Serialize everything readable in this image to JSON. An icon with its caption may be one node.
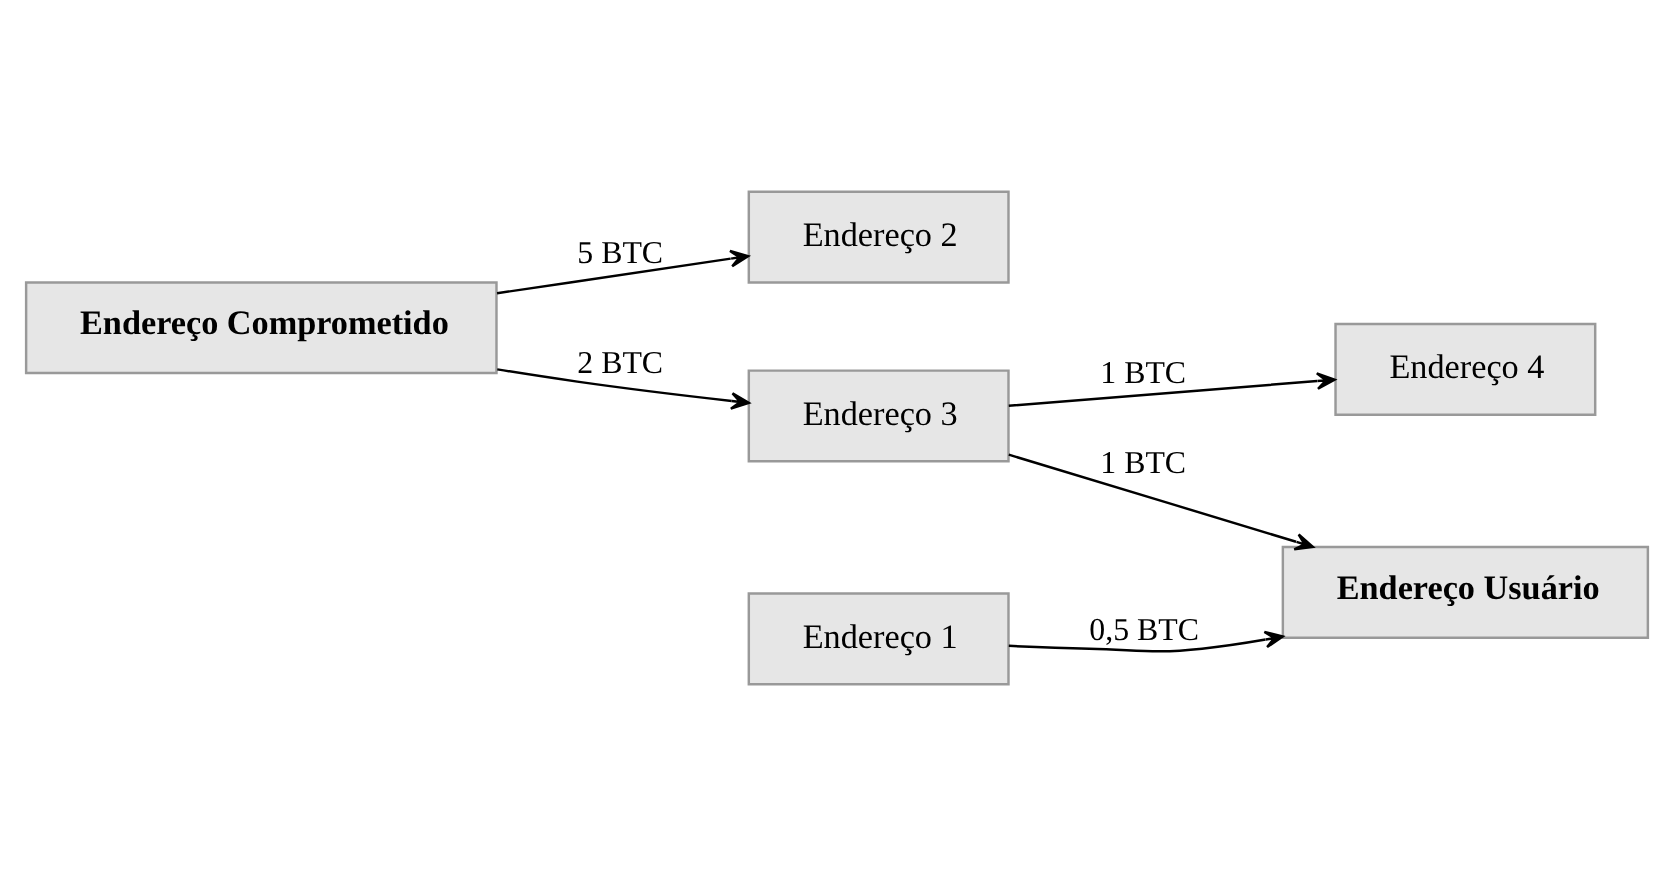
{
  "diagram": {
    "nodes": [
      {
        "text": [
          "Endereço Comprometido"
        ]
      },
      {
        "text": [
          "Endereço 2"
        ]
      },
      {
        "text": [
          "Endereço 3"
        ]
      },
      {
        "text": [
          "Endereço 4"
        ]
      },
      {
        "text": [
          "Endereço 1"
        ]
      },
      {
        "text": [
          "Endereço Usuário"
        ]
      }
    ],
    "edges": [
      {
        "from": 0,
        "to": 1,
        "arrow": "to",
        "label": "5 BTC"
      },
      {
        "from": 0,
        "to": 2,
        "arrow": "to",
        "label": "2 BTC"
      },
      {
        "from": 2,
        "to": 3,
        "arrow": "to",
        "label": "1 BTC"
      },
      {
        "from": 2,
        "to": 5,
        "arrow": "to",
        "label": "1 BTC"
      },
      {
        "from": 4,
        "to": 5,
        "arrow": "to",
        "label": "0,5 BTC"
      }
    ]
  }
}
